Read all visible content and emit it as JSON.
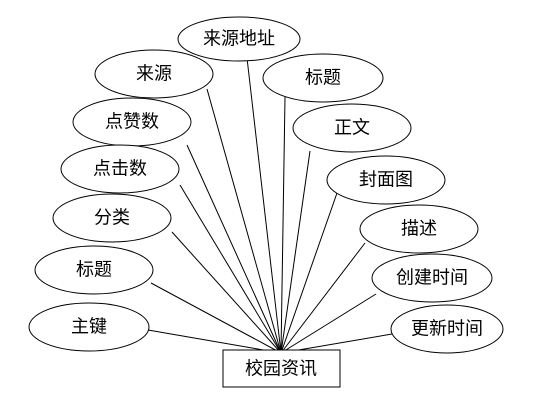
{
  "entity": {
    "label": "校园资讯"
  },
  "attributes": [
    {
      "id": "source-url",
      "label": "来源地址"
    },
    {
      "id": "source",
      "label": "来源"
    },
    {
      "id": "title-top",
      "label": "标题"
    },
    {
      "id": "likes",
      "label": "点赞数"
    },
    {
      "id": "body-text",
      "label": "正文"
    },
    {
      "id": "clicks",
      "label": "点击数"
    },
    {
      "id": "cover-image",
      "label": "封面图"
    },
    {
      "id": "category",
      "label": "分类"
    },
    {
      "id": "description",
      "label": "描述"
    },
    {
      "id": "title",
      "label": "标题"
    },
    {
      "id": "created-time",
      "label": "创建时间"
    },
    {
      "id": "primary-key",
      "label": "主键"
    },
    {
      "id": "updated-time",
      "label": "更新时间"
    }
  ]
}
